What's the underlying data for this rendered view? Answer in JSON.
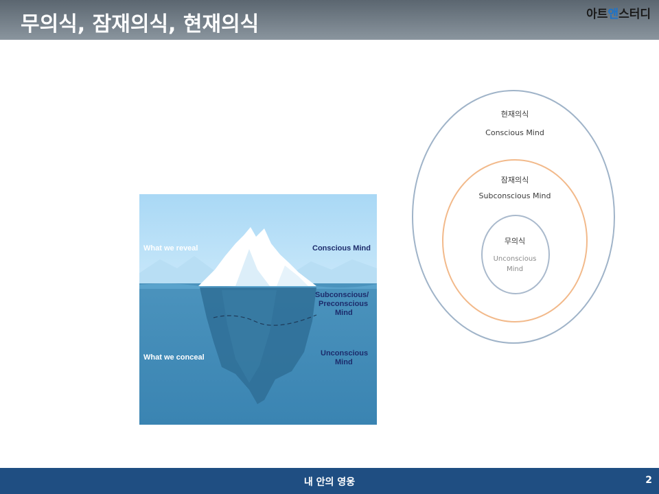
{
  "header": {
    "title": "무의식, 잠재의식, 현재의식",
    "brand_prefix": "아트",
    "brand_accent": "앤",
    "brand_suffix": "스터디"
  },
  "iceberg": {
    "reveal": "What we reveal",
    "conceal": "What we conceal",
    "conscious": "Conscious Mind",
    "subconscious_1": "Subconscious/",
    "subconscious_2": "Preconscious",
    "subconscious_3": "Mind",
    "unconscious_1": "Unconscious",
    "unconscious_2": "Mind"
  },
  "circles": {
    "outer_ko": "현재의식",
    "outer_en": "Conscious Mind",
    "middle_ko": "잠재의식",
    "middle_en": "Subconscious Mind",
    "inner_ko": "무의식",
    "inner_en_1": "Unconscious",
    "inner_en_2": "Mind",
    "colors": {
      "outer": "#9fb3c8",
      "middle": "#f2b98a",
      "inner": "#a9b9cc"
    }
  },
  "footer": {
    "text": "내 안의 영웅",
    "page": "2"
  }
}
